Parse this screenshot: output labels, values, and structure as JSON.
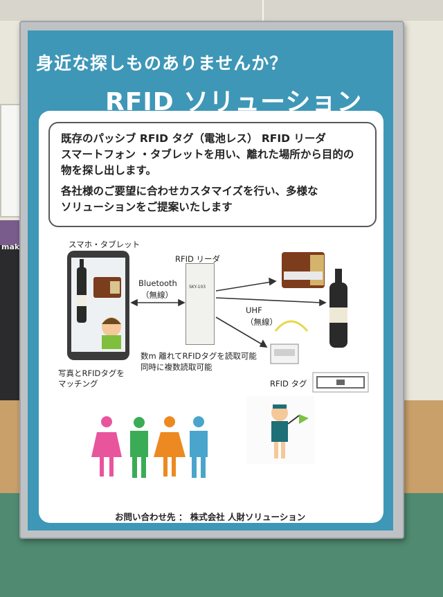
{
  "poster": {
    "headline": "身近な探しものありませんか？",
    "title": "RFID ソリューション",
    "description": [
      "既存のパッシブ RFID タグ（電池レス） RFID リーダ",
      "スマートフォン ・タブレットを用い、離れた場所から目的の",
      "物を探し出します。",
      "各社様のご要望に合わせカスタマイズを行い、多様な",
      "ソリューションをご提案いたします"
    ],
    "diagram": {
      "smartphone_label": "スマホ・タブレット",
      "reader_label": "RFID リーダ",
      "bluetooth_label": "Bluetooth",
      "bluetooth_sub": "（無線）",
      "uhf_label": "UHF",
      "uhf_sub": "（無線）",
      "matching_line1": "写真とRFIDタグを",
      "matching_line2": "マッチング",
      "range_line1": "数m 離れてRFIDタグを読取可能",
      "range_line2": "同時に複数読取可能",
      "tag_label": "RFID タグ",
      "reader_device_text": "SKY-103"
    },
    "contact": "お問い合わせ先 ： 株式会社 人財ソリューション"
  },
  "scene": {
    "machine_label": "maki"
  },
  "colors": {
    "poster_blue": "#3e97b7",
    "pink_figure": "#e8559d",
    "green_figure": "#3bac56",
    "orange_figure": "#ec8a21",
    "teal_figure": "#4aa5cc",
    "table_green": "#4f8a71"
  }
}
